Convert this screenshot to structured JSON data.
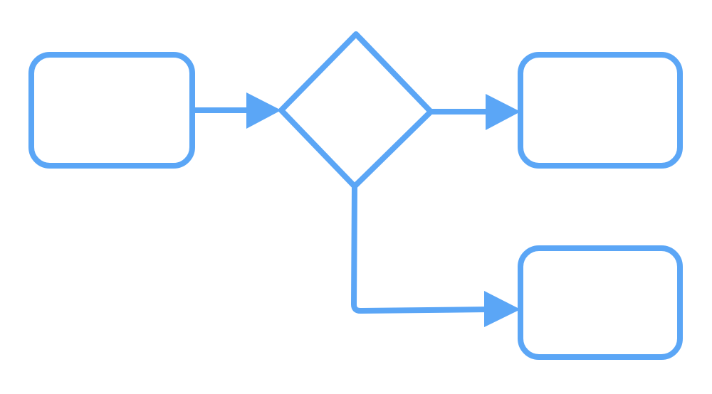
{
  "diagram": {
    "type": "flowchart",
    "stroke_color": "#5ba6f6",
    "background": "#ffffff",
    "nodes": [
      {
        "id": "start",
        "shape": "rounded-rectangle"
      },
      {
        "id": "decision",
        "shape": "diamond"
      },
      {
        "id": "outcome-a",
        "shape": "rounded-rectangle"
      },
      {
        "id": "outcome-b",
        "shape": "rounded-rectangle"
      }
    ],
    "edges": [
      {
        "from": "start",
        "to": "decision"
      },
      {
        "from": "decision",
        "to": "outcome-a"
      },
      {
        "from": "decision",
        "to": "outcome-b"
      }
    ]
  }
}
